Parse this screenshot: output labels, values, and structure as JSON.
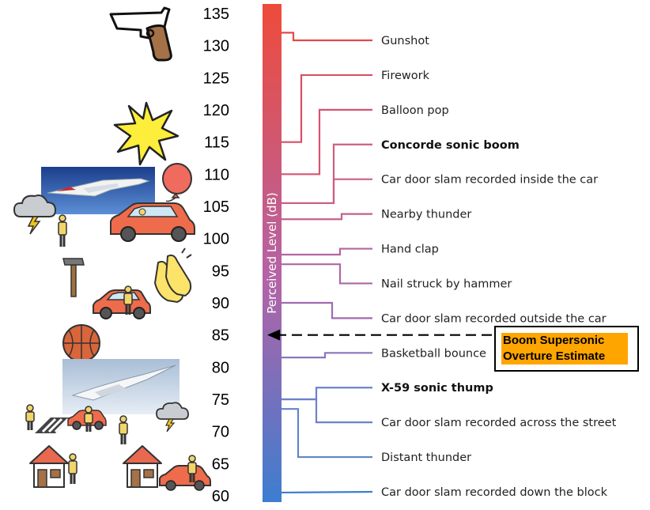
{
  "scale": {
    "title": "Perceived Level (dB)",
    "min": 60,
    "max": 135,
    "ticks": [
      135,
      130,
      125,
      120,
      115,
      110,
      105,
      100,
      95,
      90,
      85,
      80,
      75,
      70,
      65,
      60
    ],
    "color_top": "#EE4B3A",
    "color_bottom": "#3D7DD0"
  },
  "events": [
    {
      "label": "Gunshot",
      "db": 132,
      "bold": false,
      "color": "#E14A48"
    },
    {
      "label": "Firework",
      "db": 115,
      "bold": false,
      "color": "#D84F66"
    },
    {
      "label": "Balloon pop",
      "db": 110,
      "bold": false,
      "color": "#D45570"
    },
    {
      "label": "Concorde sonic boom",
      "db": 105.5,
      "bold": true,
      "color": "#CC5E82"
    },
    {
      "label": "Car door slam recorded inside the car",
      "db": 105.5,
      "bold": false,
      "color": "#CC5E82"
    },
    {
      "label": "Nearby thunder",
      "db": 103,
      "bold": false,
      "color": "#C4618C"
    },
    {
      "label": "Hand clap",
      "db": 97.5,
      "bold": false,
      "color": "#B465A0"
    },
    {
      "label": "Nail struck by hammer",
      "db": 96,
      "bold": false,
      "color": "#AE67A5"
    },
    {
      "label": "Car door slam recorded outside the car",
      "db": 90,
      "bold": false,
      "color": "#A06BB2"
    },
    {
      "label": "Basketball bounce",
      "db": 81.5,
      "bold": false,
      "color": "#8B76BF"
    },
    {
      "label": "X-59 sonic thump",
      "db": 75,
      "bold": true,
      "color": "#6D82C8"
    },
    {
      "label": "Car door slam recorded across the street",
      "db": 75,
      "bold": false,
      "color": "#6D82C8"
    },
    {
      "label": "Distant thunder",
      "db": 73.5,
      "bold": false,
      "color": "#5F86CA"
    },
    {
      "label": "Car door slam recorded down the block",
      "db": 60.5,
      "bold": false,
      "color": "#3F7DD0"
    }
  ],
  "estimate": {
    "line1": "Boom Supersonic",
    "line2": "Overture Estimate",
    "db": 85,
    "color": "#FFA500"
  },
  "icons": [
    "pistol-icon",
    "explosion-icon",
    "concorde-photo",
    "balloon-icon",
    "storm-cloud-icon",
    "person-icon",
    "car-icon",
    "hammer-icon",
    "clapping-hands-icon",
    "basketball-icon",
    "x59-photo",
    "crosswalk-icon",
    "house-icon"
  ]
}
